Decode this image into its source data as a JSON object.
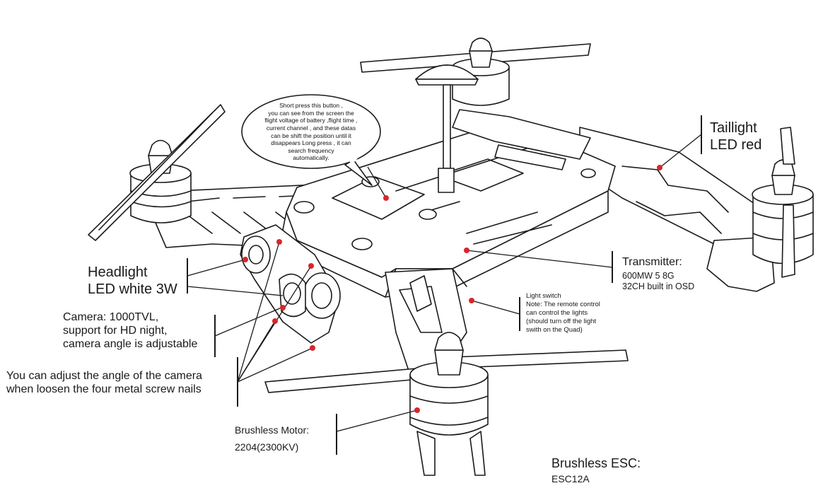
{
  "bubble": {
    "text": "Short press this button ,\nyou can see from the screen the\nflight voltage of battery ,flight time ,\ncurrent channel , and these datas\ncan be shift the position until it\ndisappears Long press , it can\nsearch frequency\nautomatically."
  },
  "labels": {
    "taillight": "Taillight\nLED red",
    "headlight": "Headlight\nLED white 3W",
    "camera": "Camera: 1000TVL,\nsupport for HD night,\ncamera angle is adjustable",
    "camera_adjust": "You can adjust the angle of the camera\nwhen loosen the four metal screw nails",
    "transmitter_title": "Transmitter:",
    "transmitter_detail": "600MW 5 8G\n32CH built in OSD",
    "light_switch": "Light switch\nNote: The remote control\ncan control the lights\n(should turn off the light\nswith on the Quad)",
    "motor_title": "Brushless Motor:",
    "motor_detail": "2204(2300KV)",
    "esc_title": "Brushless ESC:",
    "esc_value": "ESC12A"
  },
  "colors": {
    "marker": "#d8262b",
    "line": "#1a1a1a"
  },
  "icons": [
    "quadcopter-drawing",
    "antenna-icon",
    "camera-icon",
    "propeller-icon",
    "motor-icon"
  ]
}
